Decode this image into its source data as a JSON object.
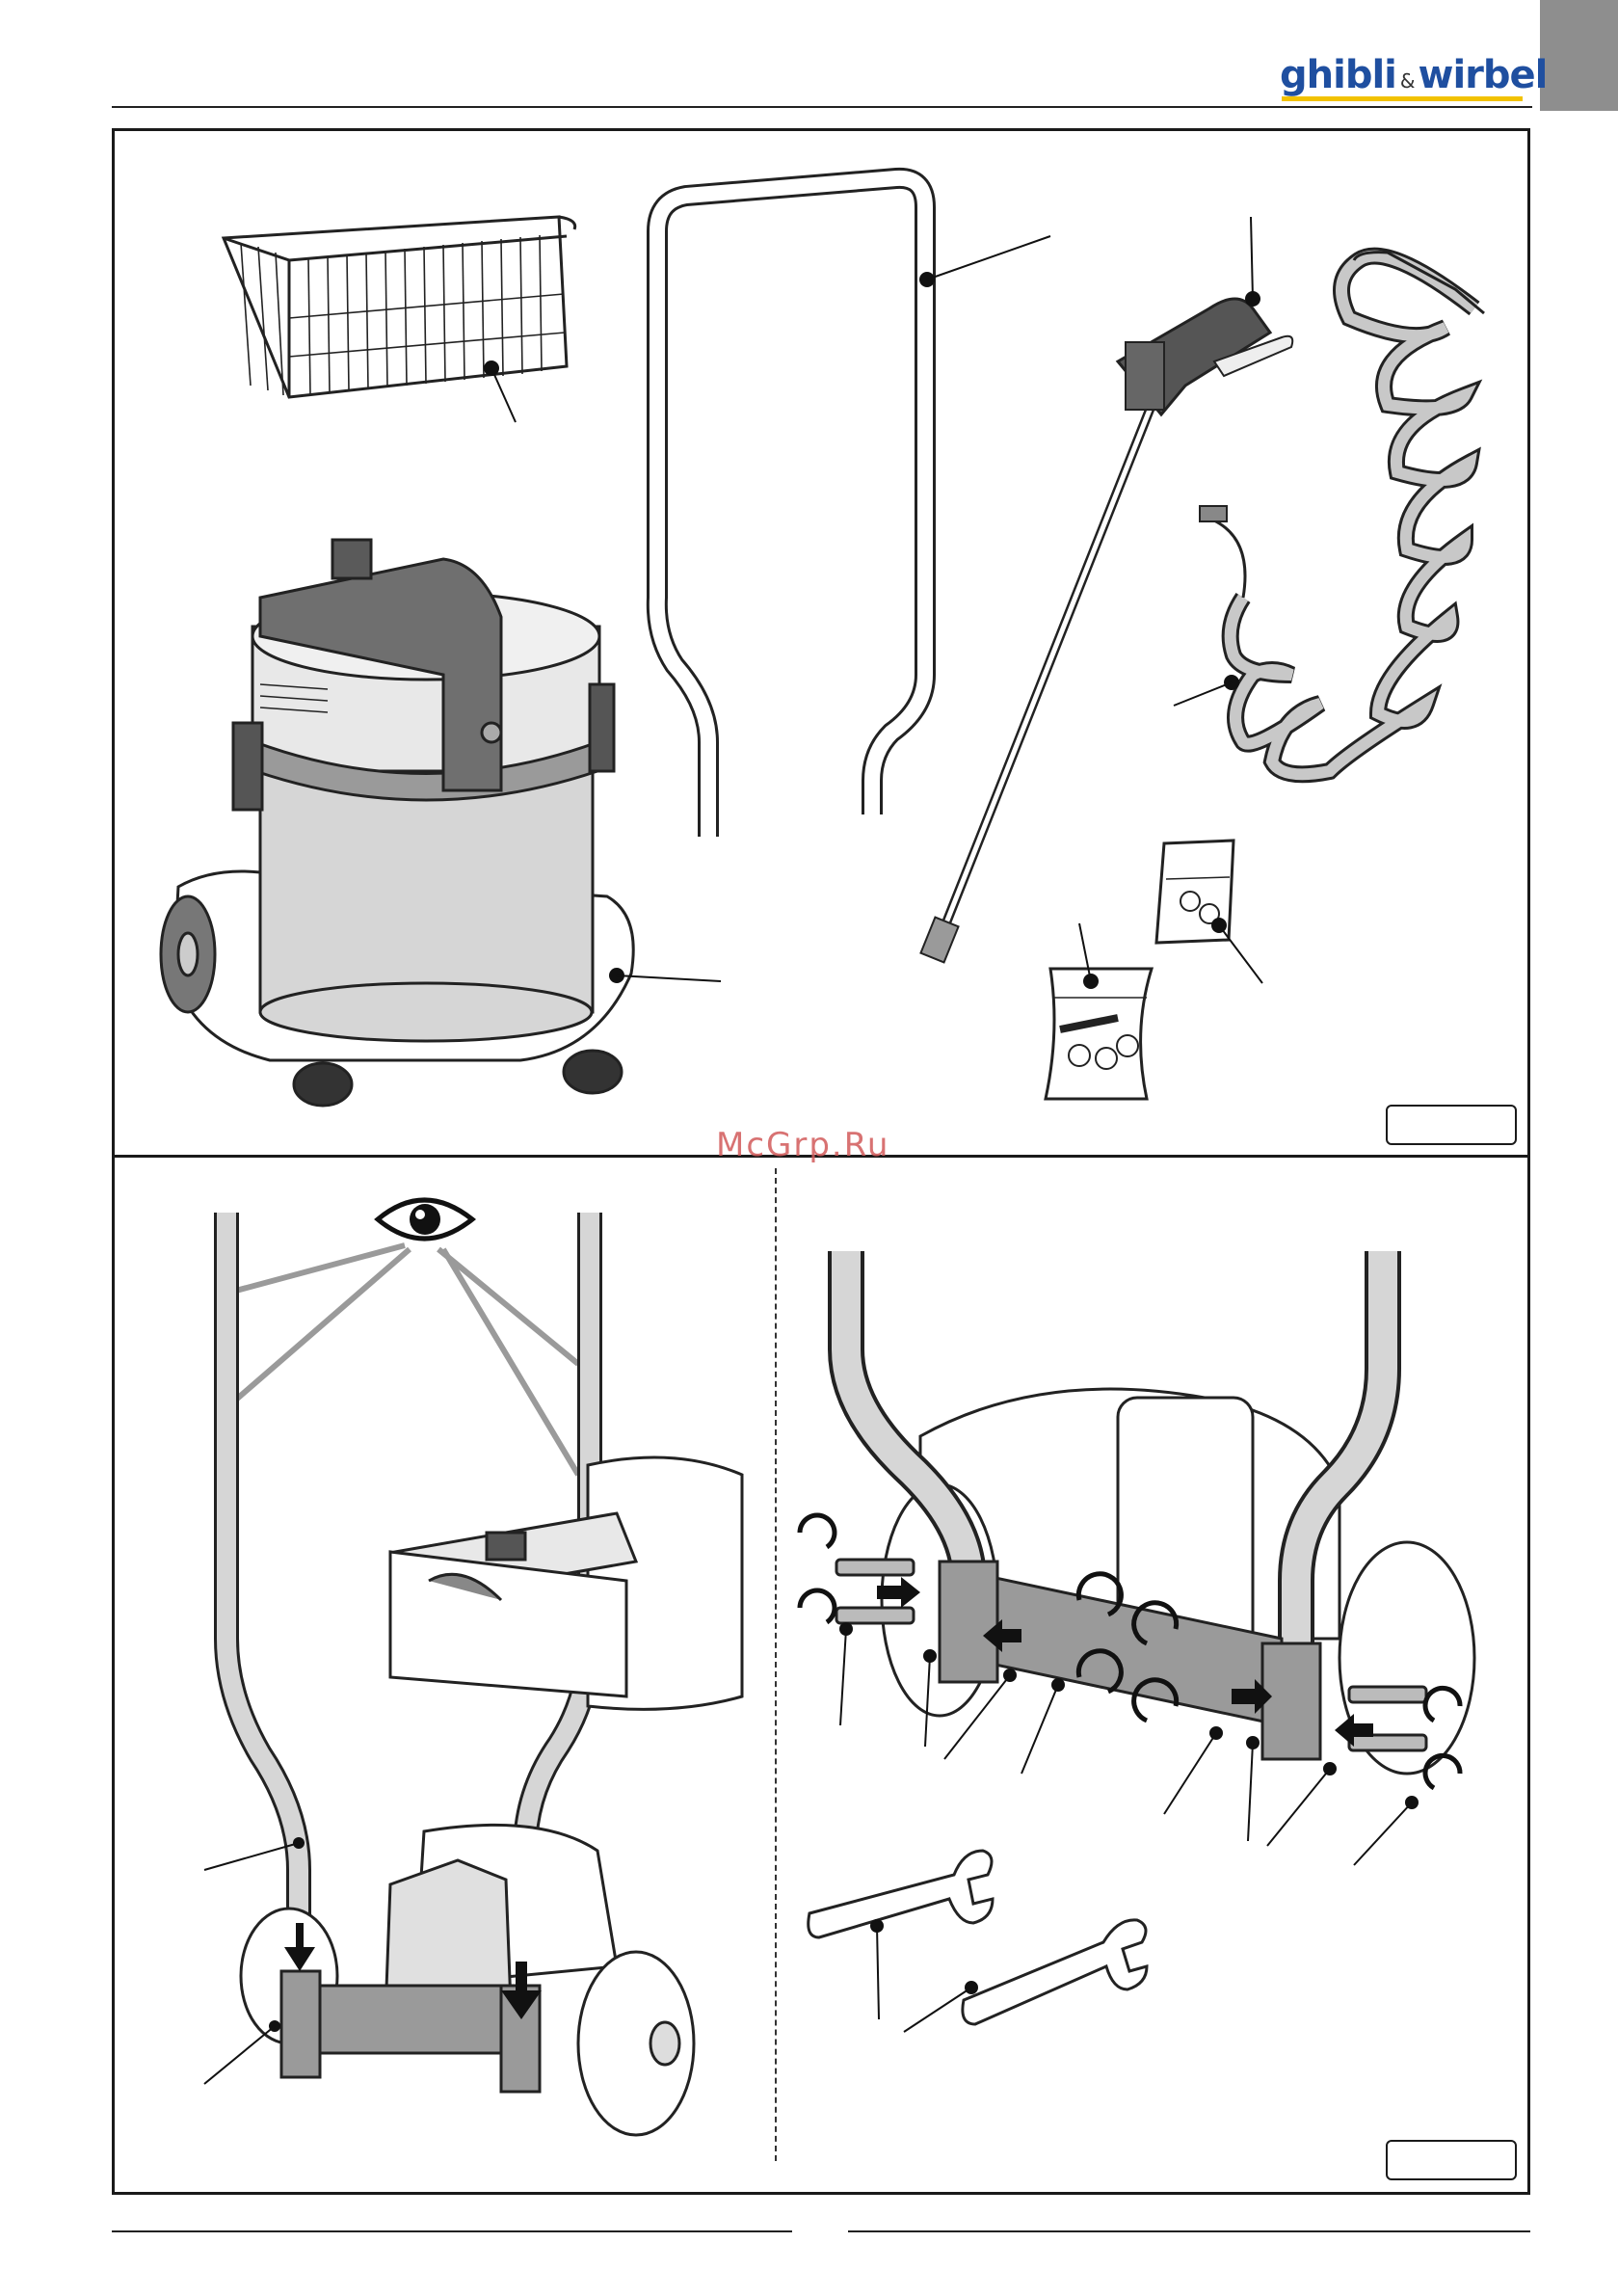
{
  "header": {
    "brand_part1": "ghibli",
    "brand_amp": "&",
    "brand_part2": "wirbel"
  },
  "watermark": "McGrp.Ru",
  "colors": {
    "brand_blue": "#1f4fa0",
    "brand_yellow": "#f2c200",
    "tab_gray": "#8e8e8e",
    "part_gray": "#9a9a9a",
    "watermark": "#d25a5a"
  },
  "figure_top": {
    "parts": [
      "basket",
      "handle",
      "vacuum-body",
      "spray-gun",
      "spiral-hose",
      "parts-bag-1",
      "parts-bag-2"
    ],
    "figure_label": ""
  },
  "figure_bottom": {
    "figure_label": "",
    "icons": [
      "eye-icon",
      "arrow-down-icon",
      "rotate-icon",
      "wrench-icon"
    ]
  }
}
